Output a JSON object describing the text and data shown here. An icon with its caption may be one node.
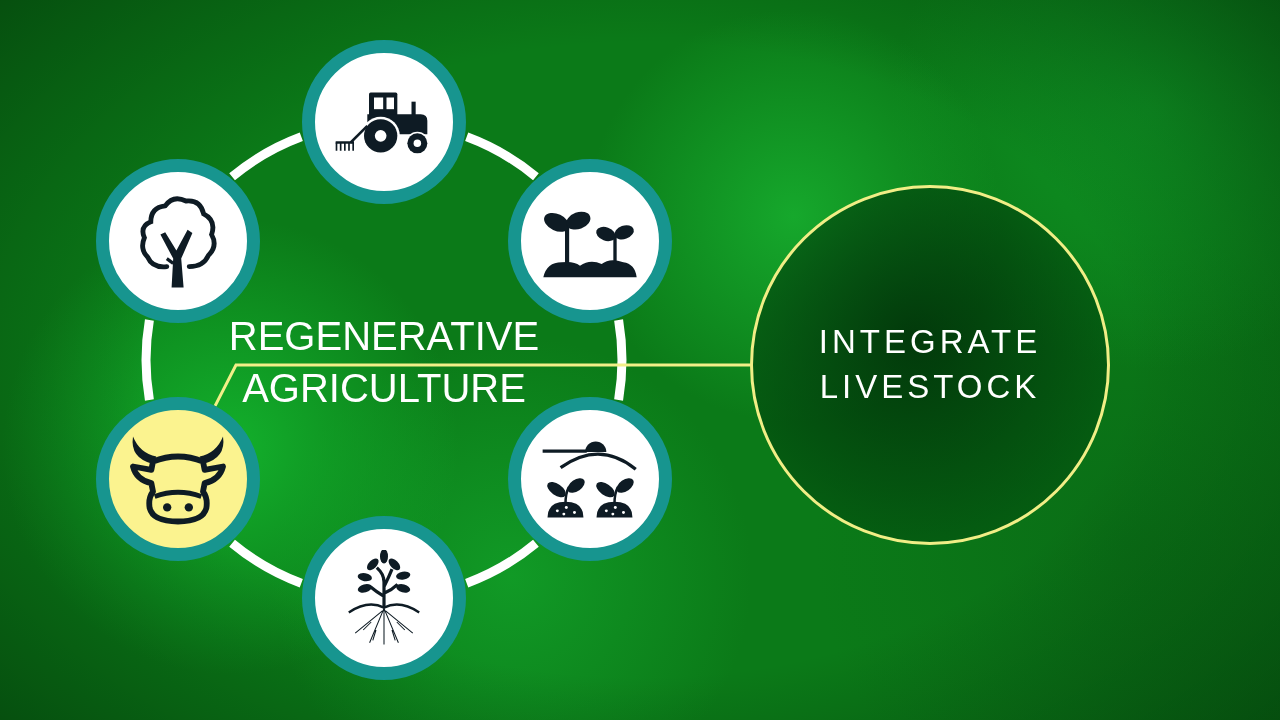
{
  "diagram": {
    "nodes": [
      {
        "text": [],
        "shape": "picture"
      },
      {
        "text": [],
        "shape": "picture"
      },
      {
        "text": [],
        "shape": "picture"
      },
      {
        "text": [],
        "shape": "picture"
      },
      {
        "text": [],
        "shape": "picture"
      },
      {
        "text": [],
        "shape": "picture"
      },
      {
        "text": [
          "INTEGRATE LIVESTOCK"
        ]
      }
    ],
    "edges": [
      {
        "from": 0,
        "to": 1,
        "arrow": "none"
      },
      {
        "from": 1,
        "to": 2,
        "arrow": "none"
      },
      {
        "from": 2,
        "to": 3,
        "arrow": "none"
      },
      {
        "from": 3,
        "to": 4,
        "arrow": "none"
      },
      {
        "from": 4,
        "to": 5,
        "arrow": "none"
      },
      {
        "from": 5,
        "to": 0,
        "arrow": "none"
      },
      {
        "from": 4,
        "to": 6,
        "arrow": "none",
        "color": "#f2ef88"
      }
    ],
    "labels": [
      "REGENERATIVE AGRICULTURE"
    ]
  }
}
